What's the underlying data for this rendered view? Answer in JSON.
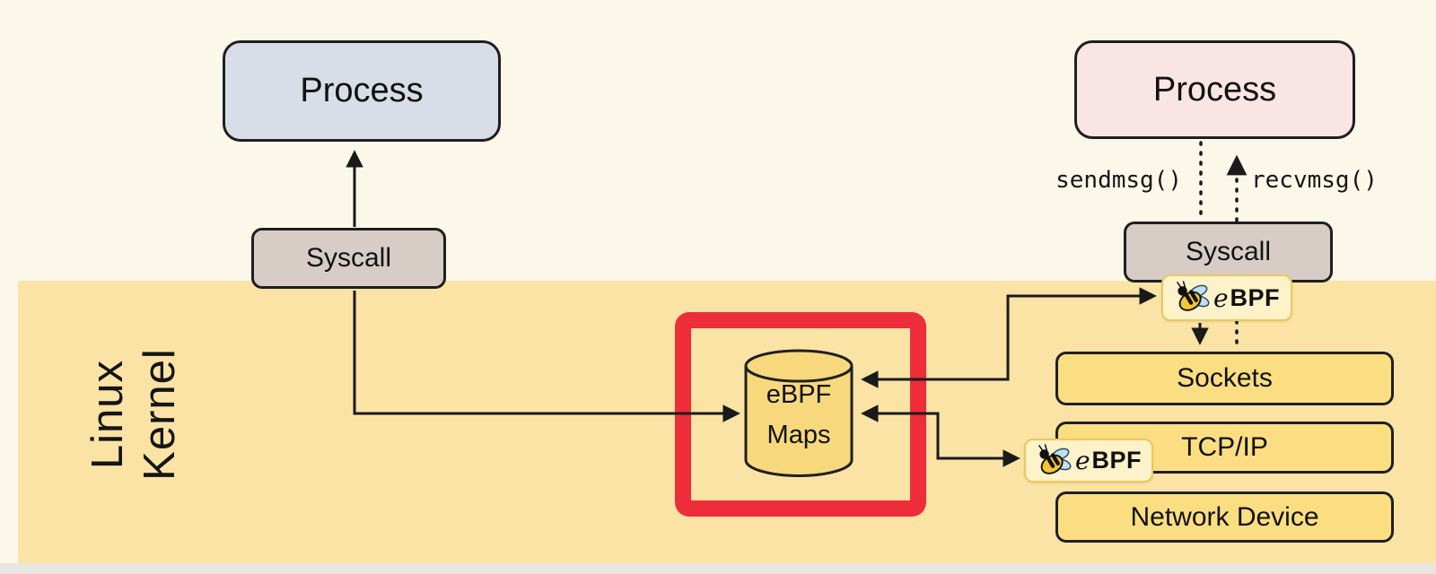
{
  "colors": {
    "page_bg": "#fbf7e9",
    "kernel_band": "#fae3a4",
    "bottom_strip": "#e8e6e0",
    "box_yellow": "#fbde81",
    "cylinder_yellow": "#f7d87c",
    "process_left_bg": "#d8dde7",
    "process_right_bg": "#f9e5e3",
    "syscall_bg": "#d8cdc6",
    "badge_bg": "#fdf2ca",
    "badge_border": "#e9c95f",
    "highlight_red": "#ee2d3b",
    "line_color": "#1a1a1a"
  },
  "kernel": {
    "label_line1": "Linux",
    "label_line2": "Kernel"
  },
  "left_flow": {
    "process_label": "Process",
    "syscall_label": "Syscall"
  },
  "right_flow": {
    "process_label": "Process",
    "syscall_label": "Syscall",
    "sendmsg_label": "sendmsg()",
    "recvmsg_label": "recvmsg()",
    "sockets_label": "Sockets",
    "tcpip_label": "TCP/IP",
    "network_device_label": "Network Device"
  },
  "maps": {
    "label_line1": "eBPF",
    "label_line2": "Maps"
  },
  "ebpf_badge": {
    "e": "e",
    "bpf": "BPF"
  }
}
